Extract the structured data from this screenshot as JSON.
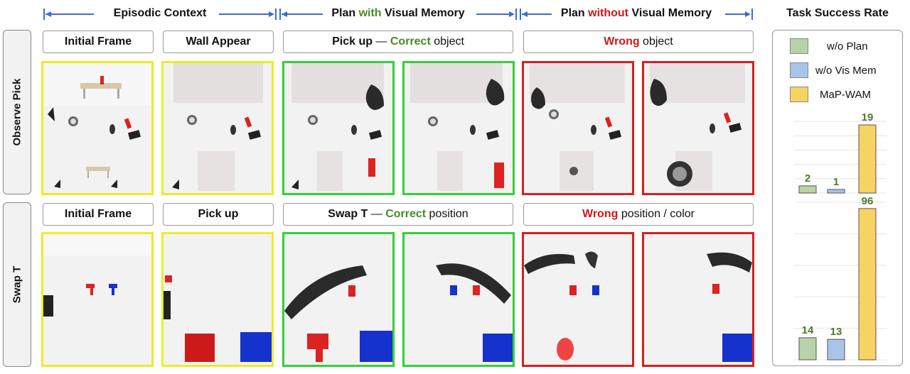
{
  "headers": {
    "episodic": "Episodic Context",
    "plan_with": {
      "pre": "Plan ",
      "mid": "with",
      "post": " Visual Memory"
    },
    "plan_without": {
      "pre": "Plan ",
      "mid": "without",
      "post": " Visual Memory"
    }
  },
  "rows": [
    {
      "side_label": "Observe Pick",
      "labels": {
        "a": "Initial Frame",
        "b": "Wall Appear",
        "c_bold": "Pick up",
        "c_dash": " — ",
        "c_green": "Correct",
        "c_rest": " object",
        "d_red": "Wrong",
        "d_rest": " object"
      }
    },
    {
      "side_label": "Swap T",
      "labels": {
        "a": "Initial Frame",
        "b": "Pick up",
        "c_bold": "Swap T",
        "c_dash": " — ",
        "c_green": "Correct",
        "c_rest": " position",
        "d_red": "Wrong",
        "d_rest": " position / color"
      }
    }
  ],
  "chart_title": "Task Success Rate",
  "chart_data": {
    "type": "bar",
    "series": [
      {
        "name": "w/o Plan",
        "color": "#b7d3a9"
      },
      {
        "name": "w/o Vis Mem",
        "color": "#a9c4e8"
      },
      {
        "name": "MaP-WAM",
        "color": "#f6d462"
      }
    ],
    "groups": [
      {
        "task": "Observe Pick",
        "values": [
          2,
          1,
          19
        ]
      },
      {
        "task": "Swap T",
        "values": [
          14,
          13,
          96
        ]
      }
    ]
  },
  "colors": {
    "accent_blue": "#3c6bd6",
    "correct_green": "#4a8a2a",
    "wrong_red": "#cc1a1a"
  }
}
